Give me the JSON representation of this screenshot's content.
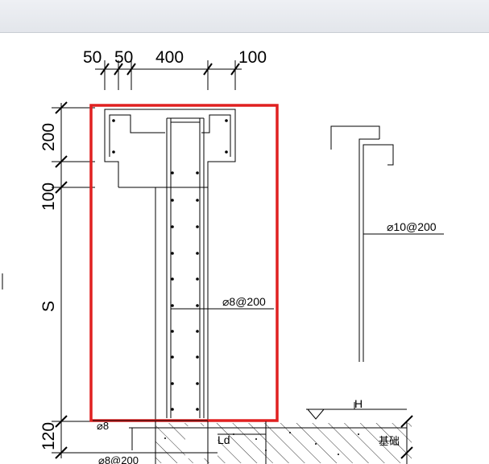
{
  "toolbar": {
    "background": "#e6e8ec"
  },
  "drawing": {
    "dims_top": [
      "50",
      "50",
      "400",
      "100"
    ],
    "dims_left": [
      "200",
      "100",
      "S",
      "120"
    ],
    "rebar_stem": "⌀8@200",
    "rebar_right": "⌀10@200",
    "label_h": "H",
    "label_ld": "Ld",
    "label_bottom": "⌀8",
    "label_bottom2": "⌀8@200",
    "label_side": "基础",
    "highlight_color": "#e02020"
  }
}
